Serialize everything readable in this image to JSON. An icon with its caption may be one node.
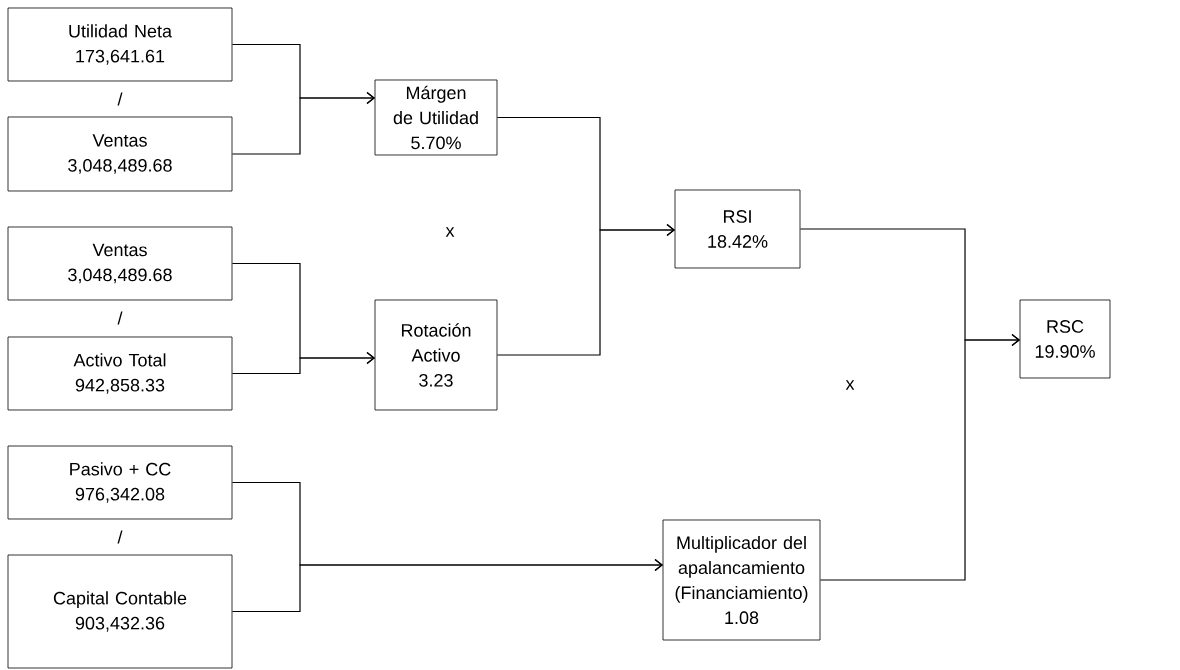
{
  "diagram": {
    "nodes": [
      {
        "text": [
          "Utilidad Neta",
          "173,641.61"
        ]
      },
      {
        "text": [
          "Ventas",
          "3,048,489.68"
        ]
      },
      {
        "text": [
          "Márgen de Utilidad",
          "5.70%"
        ]
      },
      {
        "text": [
          "Ventas",
          "3,048,489.68"
        ]
      },
      {
        "text": [
          "Activo Total",
          "942,858.33"
        ]
      },
      {
        "text": [
          "Rotación Activo",
          "3.23"
        ]
      },
      {
        "text": [
          "Pasivo + CC",
          "976,342.08"
        ]
      },
      {
        "text": [
          "Capital Contable",
          "903,432.36"
        ]
      },
      {
        "text": [
          "Multiplicador del apalancamiento (Financiamiento)",
          "1.08"
        ]
      },
      {
        "text": [
          "RSI",
          "18.42%"
        ]
      },
      {
        "text": [
          "RSC",
          "19.90%"
        ]
      }
    ],
    "edges": [
      {
        "from": 0,
        "to": 2,
        "arrow": "to"
      },
      {
        "from": 1,
        "to": 2,
        "arrow": "to"
      },
      {
        "from": 3,
        "to": 5,
        "arrow": "to"
      },
      {
        "from": 4,
        "to": 5,
        "arrow": "to"
      },
      {
        "from": 6,
        "to": 8,
        "arrow": "to"
      },
      {
        "from": 7,
        "to": 8,
        "arrow": "to"
      },
      {
        "from": 2,
        "to": 9,
        "arrow": "to"
      },
      {
        "from": 5,
        "to": 9,
        "arrow": "to"
      },
      {
        "from": 9,
        "to": 10,
        "arrow": "to"
      },
      {
        "from": 8,
        "to": 10,
        "arrow": "to"
      }
    ],
    "labels": [
      "/",
      "x",
      "/",
      "x",
      "/"
    ]
  }
}
